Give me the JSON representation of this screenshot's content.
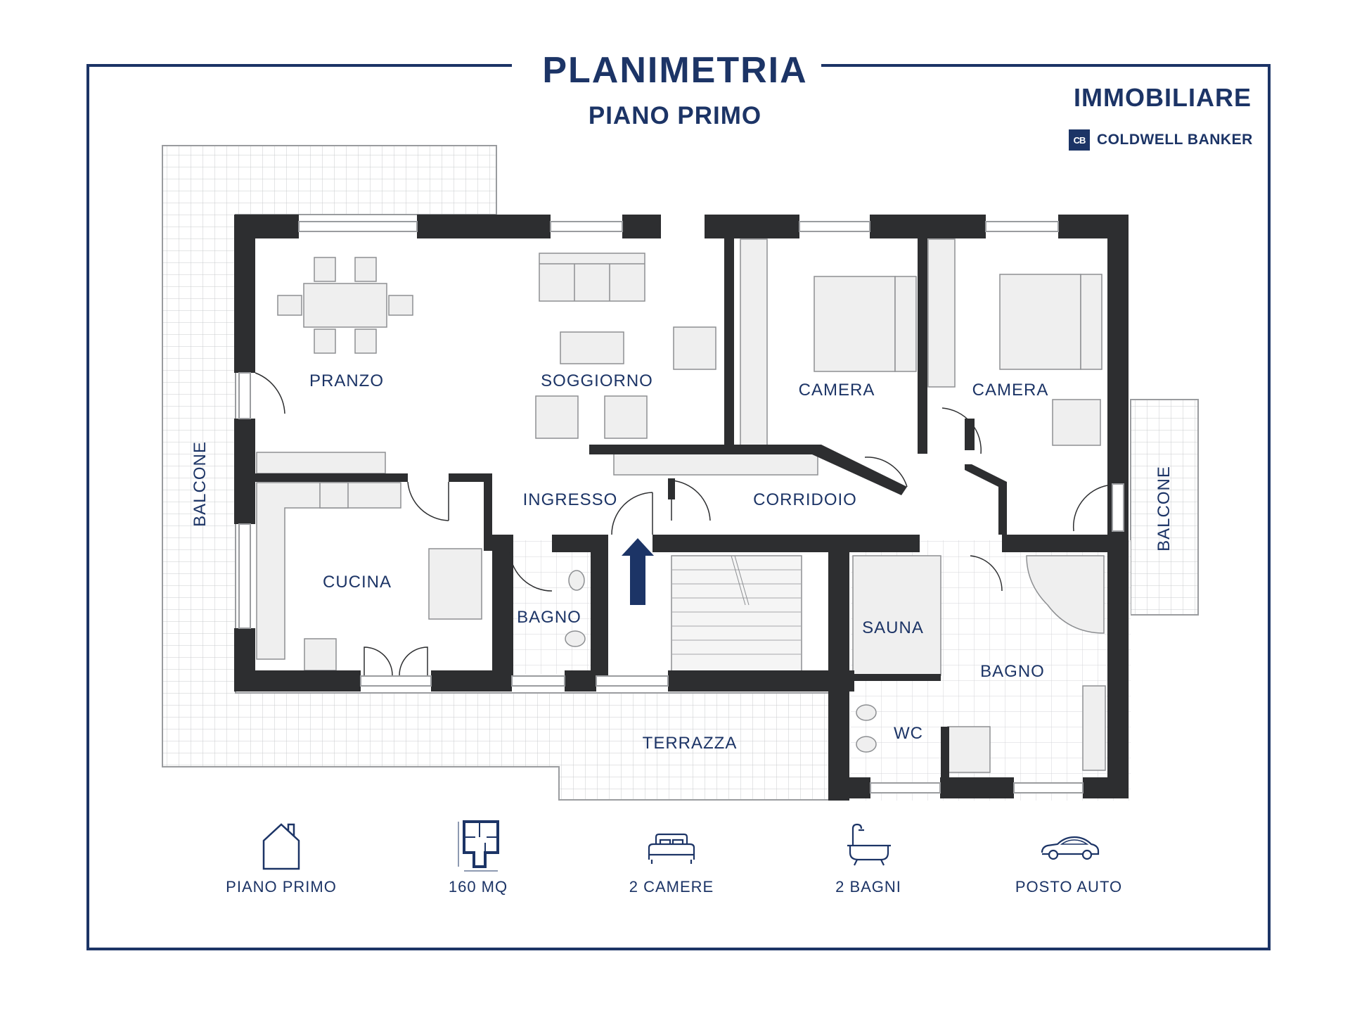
{
  "header": {
    "title": "PLANIMETRIA",
    "subtitle": "PIANO PRIMO"
  },
  "brand": {
    "agency": "IMMOBILIARE",
    "name": "COLDWELL BANKER",
    "logo_mark": "CB"
  },
  "rooms": {
    "pranzo": "PRANZO",
    "soggiorno": "SOGGIORNO",
    "camera_1": "CAMERA",
    "camera_2": "CAMERA",
    "ingresso": "INGRESSO",
    "corridoio": "CORRIDOIO",
    "cucina": "CUCINA",
    "bagno_1": "BAGNO",
    "sauna": "SAUNA",
    "bagno_2": "BAGNO",
    "wc": "WC",
    "terrazza": "TERRAZZA",
    "balcone_left": "BALCONE",
    "balcone_right": "BALCONE"
  },
  "features": [
    {
      "icon": "house-icon",
      "label": "PIANO PRIMO"
    },
    {
      "icon": "floorplan-icon",
      "label": "160 MQ"
    },
    {
      "icon": "bed-icon",
      "label": "2 CAMERE"
    },
    {
      "icon": "bathtub-icon",
      "label": "2 BAGNI"
    },
    {
      "icon": "car-icon",
      "label": "POSTO AUTO"
    }
  ],
  "colors": {
    "brand": "#1c3466",
    "wall": "#2d2e30",
    "tile_grid": "#c9cbce",
    "furniture": "#efefef",
    "arrow": "#1c3466"
  }
}
